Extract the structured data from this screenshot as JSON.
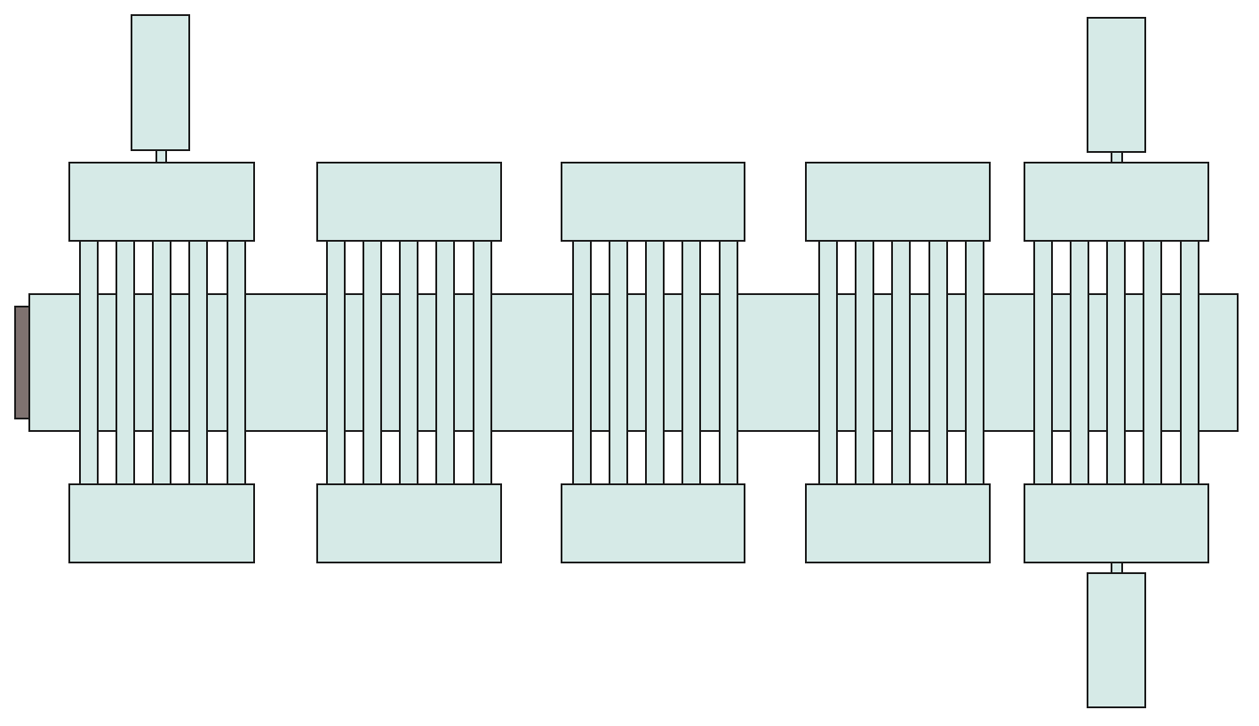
{
  "diagram": {
    "module_count": 5,
    "fins_per_module": 5,
    "motor_count": 3,
    "colors": {
      "fill": "#d6eae7",
      "stroke": "#1a1a1a",
      "end_cap": "#7f7270",
      "background": "#ffffff"
    }
  }
}
